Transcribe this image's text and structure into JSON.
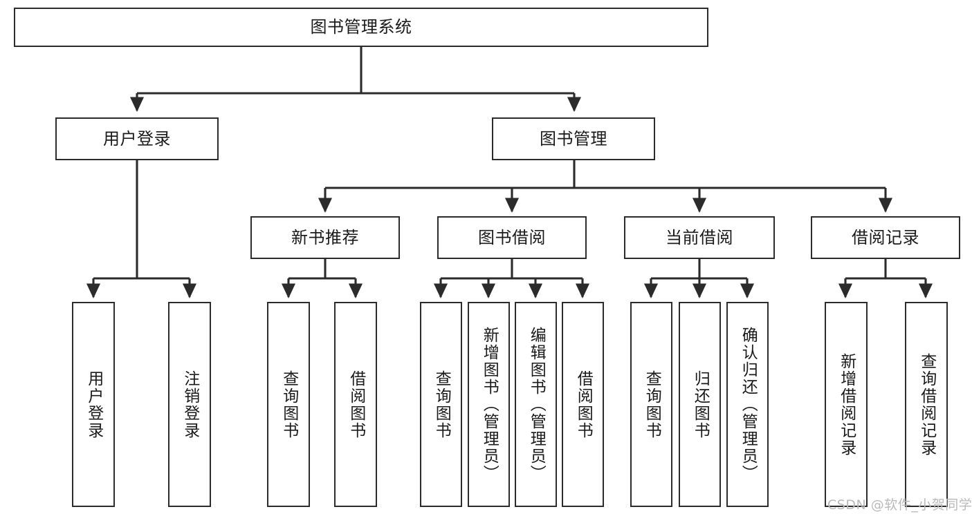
{
  "diagram": {
    "type": "tree-hierarchy-chart",
    "title": "图书管理系统",
    "orientation": "top-down",
    "colors": {
      "box_border": "#2b2b2b",
      "box_fill": "#ffffff",
      "edge": "#2b2b2b",
      "text": "#1a1a1a",
      "background": "#ffffff",
      "watermark": "#b9b9b9"
    },
    "root": {
      "label": "图书管理系统"
    },
    "level1": [
      {
        "label": "用户登录"
      },
      {
        "label": "图书管理"
      }
    ],
    "level2": [
      {
        "label": "新书推荐"
      },
      {
        "label": "图书借阅"
      },
      {
        "label": "当前借阅"
      },
      {
        "label": "借阅记录"
      }
    ],
    "leaves": {
      "user_login": [
        {
          "label": "用户登录"
        },
        {
          "label": "注销登录"
        }
      ],
      "new_book_recommend": [
        {
          "label": "查询图书"
        },
        {
          "label": "借阅图书"
        }
      ],
      "book_borrow": [
        {
          "label": "查询图书"
        },
        {
          "label": "新增图书（管理员）"
        },
        {
          "label": "编辑图书（管理员）"
        },
        {
          "label": "借阅图书"
        }
      ],
      "current_borrow": [
        {
          "label": "查询图书"
        },
        {
          "label": "归还图书"
        },
        {
          "label": "确认归还（管理员）"
        }
      ],
      "borrow_record": [
        {
          "label": "新增借阅记录"
        },
        {
          "label": "查询借阅记录"
        }
      ]
    }
  },
  "watermark": {
    "text": "CSDN @软件_小贺同学"
  }
}
